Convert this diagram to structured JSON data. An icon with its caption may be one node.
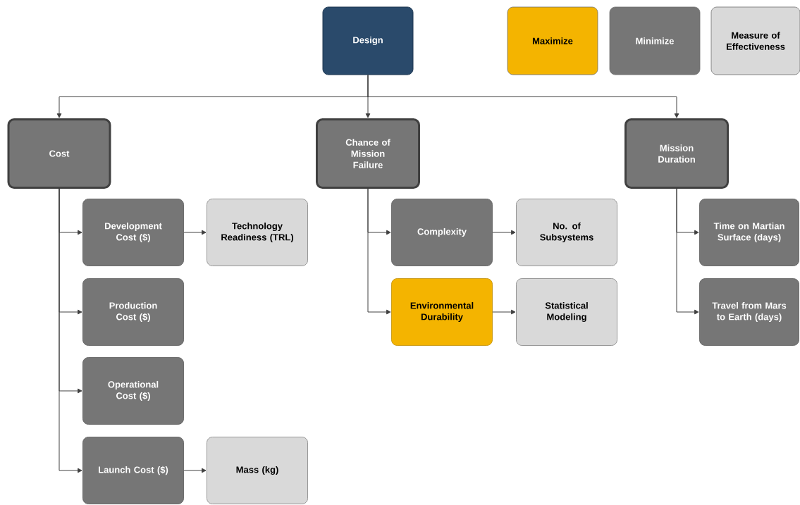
{
  "diagram": {
    "nodes": [
      {
        "text": [
          "Design"
        ]
      },
      {
        "text": [
          "Cost"
        ]
      },
      {
        "text": [
          "Chance of Mission Failure"
        ]
      },
      {
        "text": [
          "Mission Duration"
        ]
      },
      {
        "text": [
          "Development Cost ($)"
        ]
      },
      {
        "text": [
          "Technology Readiness (TRL)"
        ]
      },
      {
        "text": [
          "Production Cost ($)"
        ]
      },
      {
        "text": [
          "Operational Cost ($)"
        ]
      },
      {
        "text": [
          "Launch Cost ($)"
        ]
      },
      {
        "text": [
          "Mass (kg)"
        ]
      },
      {
        "text": [
          "Complexity"
        ]
      },
      {
        "text": [
          "No. of Subsystems"
        ]
      },
      {
        "text": [
          "Environmental Durability"
        ]
      },
      {
        "text": [
          "Statistical Modeling"
        ]
      },
      {
        "text": [
          "Time on Martian Surface (days)"
        ]
      },
      {
        "text": [
          "Travel from Mars to Earth (days)"
        ]
      }
    ],
    "edges": [
      {
        "from": 0,
        "to": 1,
        "arrow": "to"
      },
      {
        "from": 0,
        "to": 2,
        "arrow": "to"
      },
      {
        "from": 0,
        "to": 3,
        "arrow": "to"
      },
      {
        "from": 1,
        "to": 4,
        "arrow": "to"
      },
      {
        "from": 1,
        "to": 6,
        "arrow": "to"
      },
      {
        "from": 1,
        "to": 7,
        "arrow": "to"
      },
      {
        "from": 1,
        "to": 8,
        "arrow": "to"
      },
      {
        "from": 4,
        "to": 5,
        "arrow": "to"
      },
      {
        "from": 8,
        "to": 9,
        "arrow": "to"
      },
      {
        "from": 2,
        "to": 10,
        "arrow": "to"
      },
      {
        "from": 2,
        "to": 12,
        "arrow": "to"
      },
      {
        "from": 10,
        "to": 11,
        "arrow": "to"
      },
      {
        "from": 12,
        "to": 13,
        "arrow": "to"
      },
      {
        "from": 3,
        "to": 14,
        "arrow": "to"
      },
      {
        "from": 3,
        "to": 15,
        "arrow": "to"
      }
    ],
    "legend": [
      {
        "text": "Maximize",
        "color": "#f4b400"
      },
      {
        "text": "Minimize",
        "color": "#767676"
      },
      {
        "text": "Measure of Effectiveness",
        "color": "#d9d9d9"
      }
    ]
  }
}
